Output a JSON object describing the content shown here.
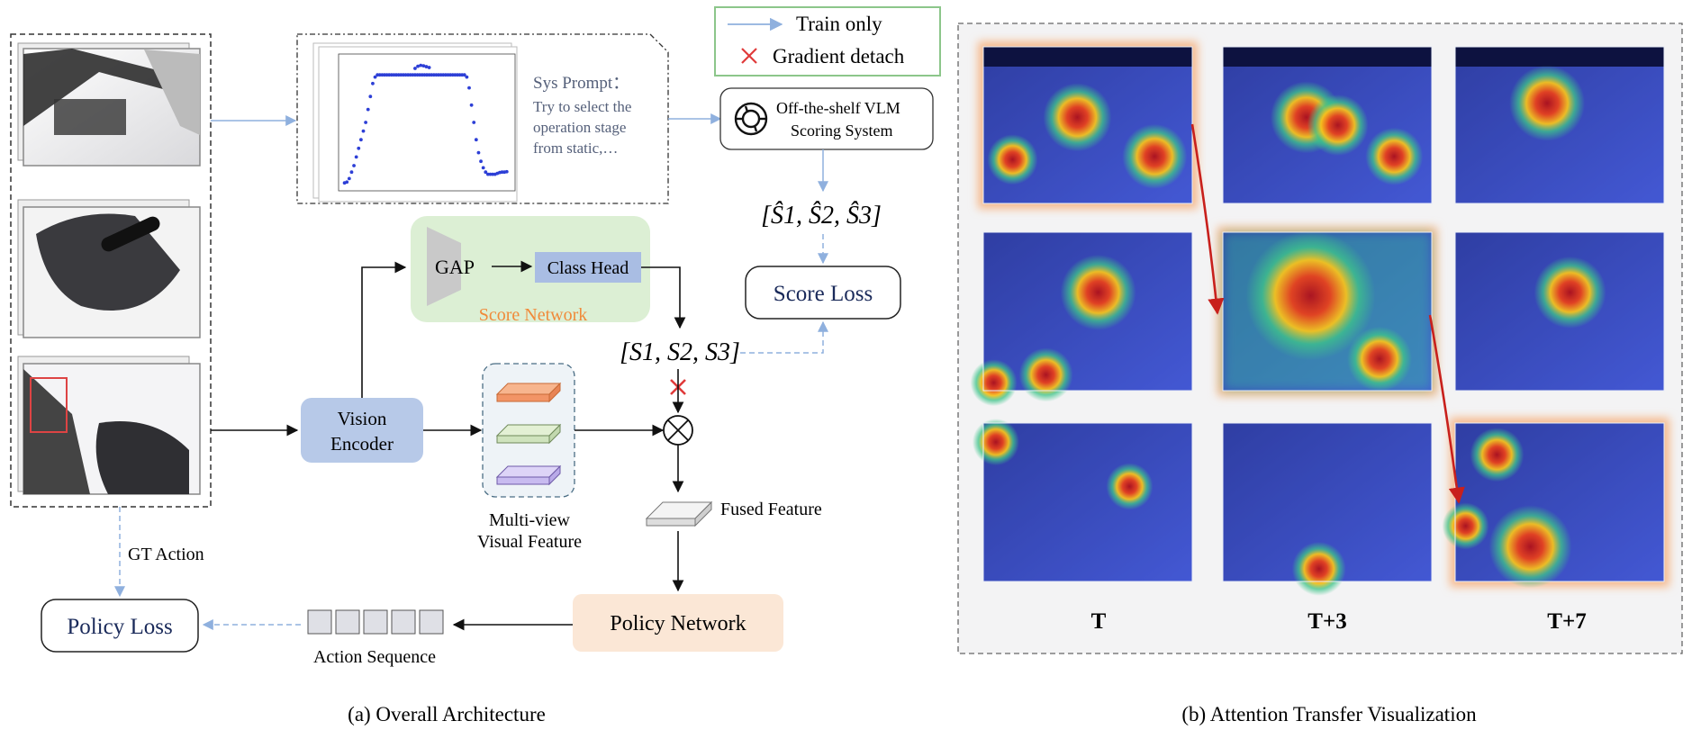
{
  "legend": {
    "train_only": "Train only",
    "gradient_detach": "Gradient detach"
  },
  "colors": {
    "train_arrow": "#8fb0de",
    "detach_mark": "#e03a3a",
    "score_network_bg": "#dcefd4",
    "score_network_label": "#f08a3a",
    "vision_encoder_bg": "#b7c9e8",
    "class_head_bg": "#a9bde3",
    "policy_network_bg": "#fbe7d6",
    "loss_text": "#1a2a5a",
    "heatmap_glow": "#f6b98c",
    "transfer_arrow": "#c8201c"
  },
  "prompt": {
    "title": "Sys Prompt：",
    "lines": [
      "Try to select the",
      "operation stage",
      "from static,…"
    ]
  },
  "vlm": {
    "line1": "Off-the-shelf VLM",
    "line2": "Scoring System"
  },
  "scores": {
    "predicted": "[Ŝ1, Ŝ2, Ŝ3]",
    "actual": "[S1, S2, S3]"
  },
  "nodes": {
    "gap": "GAP",
    "class_head": "Class Head",
    "score_network": "Score Network",
    "score_loss": "Score Loss",
    "vision_encoder_line1": "Vision",
    "vision_encoder_line2": "Encoder",
    "multiview_line1": "Multi-view",
    "multiview_line2": "Visual Feature",
    "fused_feature": "Fused Feature",
    "policy_network": "Policy Network",
    "policy_loss": "Policy Loss",
    "gt_action": "GT Action",
    "action_sequence": "Action Sequence"
  },
  "attention": {
    "columns": [
      "T",
      "T+3",
      "T+7"
    ]
  },
  "captions": {
    "left": "(a) Overall Architecture",
    "right": "(b) Attention Transfer Visualization"
  },
  "chart_data": {
    "type": "scatter",
    "x": [
      1,
      2,
      3,
      4,
      5,
      6,
      7,
      8,
      9,
      10,
      11,
      12,
      13,
      14,
      15,
      16,
      17,
      18,
      19,
      20,
      21,
      22,
      23,
      24,
      25,
      26,
      27,
      28,
      29,
      30,
      31,
      32,
      33,
      34,
      35,
      36,
      37,
      38,
      39,
      40,
      41,
      42,
      43,
      44,
      45,
      46,
      47,
      48,
      49,
      50,
      51,
      52,
      53,
      54,
      55,
      56,
      57,
      58,
      59,
      60,
      61,
      62,
      63,
      64,
      65,
      66,
      67,
      68,
      69,
      70
    ],
    "values": [
      0.01,
      0.012,
      0.02,
      0.035,
      0.05,
      0.07,
      0.09,
      0.11,
      0.13,
      0.15,
      0.18,
      0.21,
      0.24,
      0.255,
      0.26,
      0.26,
      0.26,
      0.26,
      0.26,
      0.26,
      0.26,
      0.26,
      0.26,
      0.26,
      0.26,
      0.26,
      0.26,
      0.26,
      0.26,
      0.26,
      0.26,
      0.26,
      0.26,
      0.26,
      0.26,
      0.26,
      0.26,
      0.26,
      0.26,
      0.26,
      0.26,
      0.26,
      0.26,
      0.26,
      0.26,
      0.26,
      0.26,
      0.26,
      0.26,
      0.26,
      0.26,
      0.26,
      0.255,
      0.23,
      0.19,
      0.15,
      0.11,
      0.08,
      0.06,
      0.045,
      0.035,
      0.03,
      0.03,
      0.03,
      0.03,
      0.032,
      0.034,
      0.035,
      0.035,
      0.036
    ],
    "series": [
      {
        "values": [
          0.275,
          0.28,
          0.282,
          0.281,
          0.279,
          0.277
        ]
      }
    ],
    "ylim": [
      0,
      0.3
    ],
    "xlim": [
      0,
      72
    ]
  }
}
